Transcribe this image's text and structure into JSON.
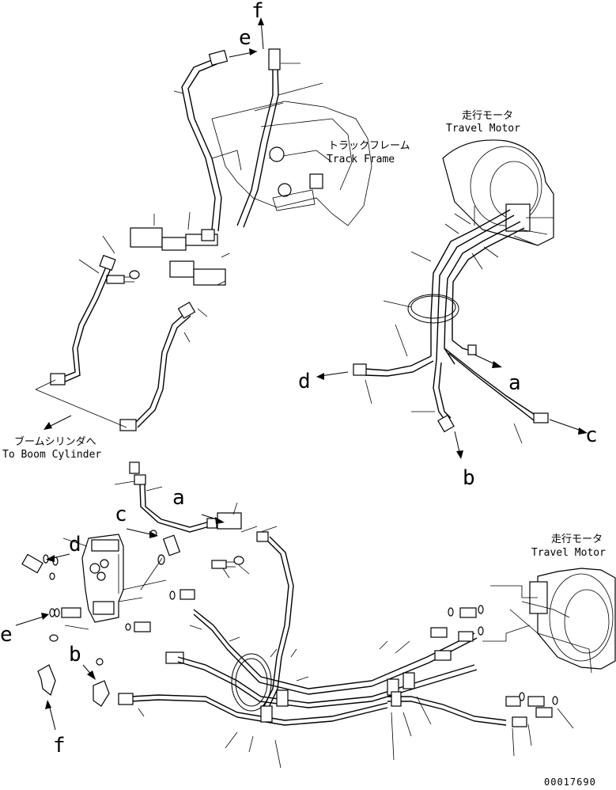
{
  "drawing_id": "00017690",
  "labels": {
    "top_detail": {
      "track_frame_jp": "トラックフレーム",
      "track_frame_en": "Track Frame",
      "boom_cylinder_jp": "ブームシリンダへ",
      "boom_cylinder_en": "To Boom Cylinder",
      "e": "e",
      "f": "f"
    },
    "motor_detail": {
      "travel_motor_jp": "走行モータ",
      "travel_motor_en": "Travel Motor",
      "a": "a",
      "b": "b",
      "c": "c",
      "d": "d"
    },
    "bottom_detail": {
      "travel_motor_jp": "走行モータ",
      "travel_motor_en": "Travel Motor",
      "a": "a",
      "b": "b",
      "c": "c",
      "d": "d",
      "e": "e",
      "f": "f"
    }
  }
}
